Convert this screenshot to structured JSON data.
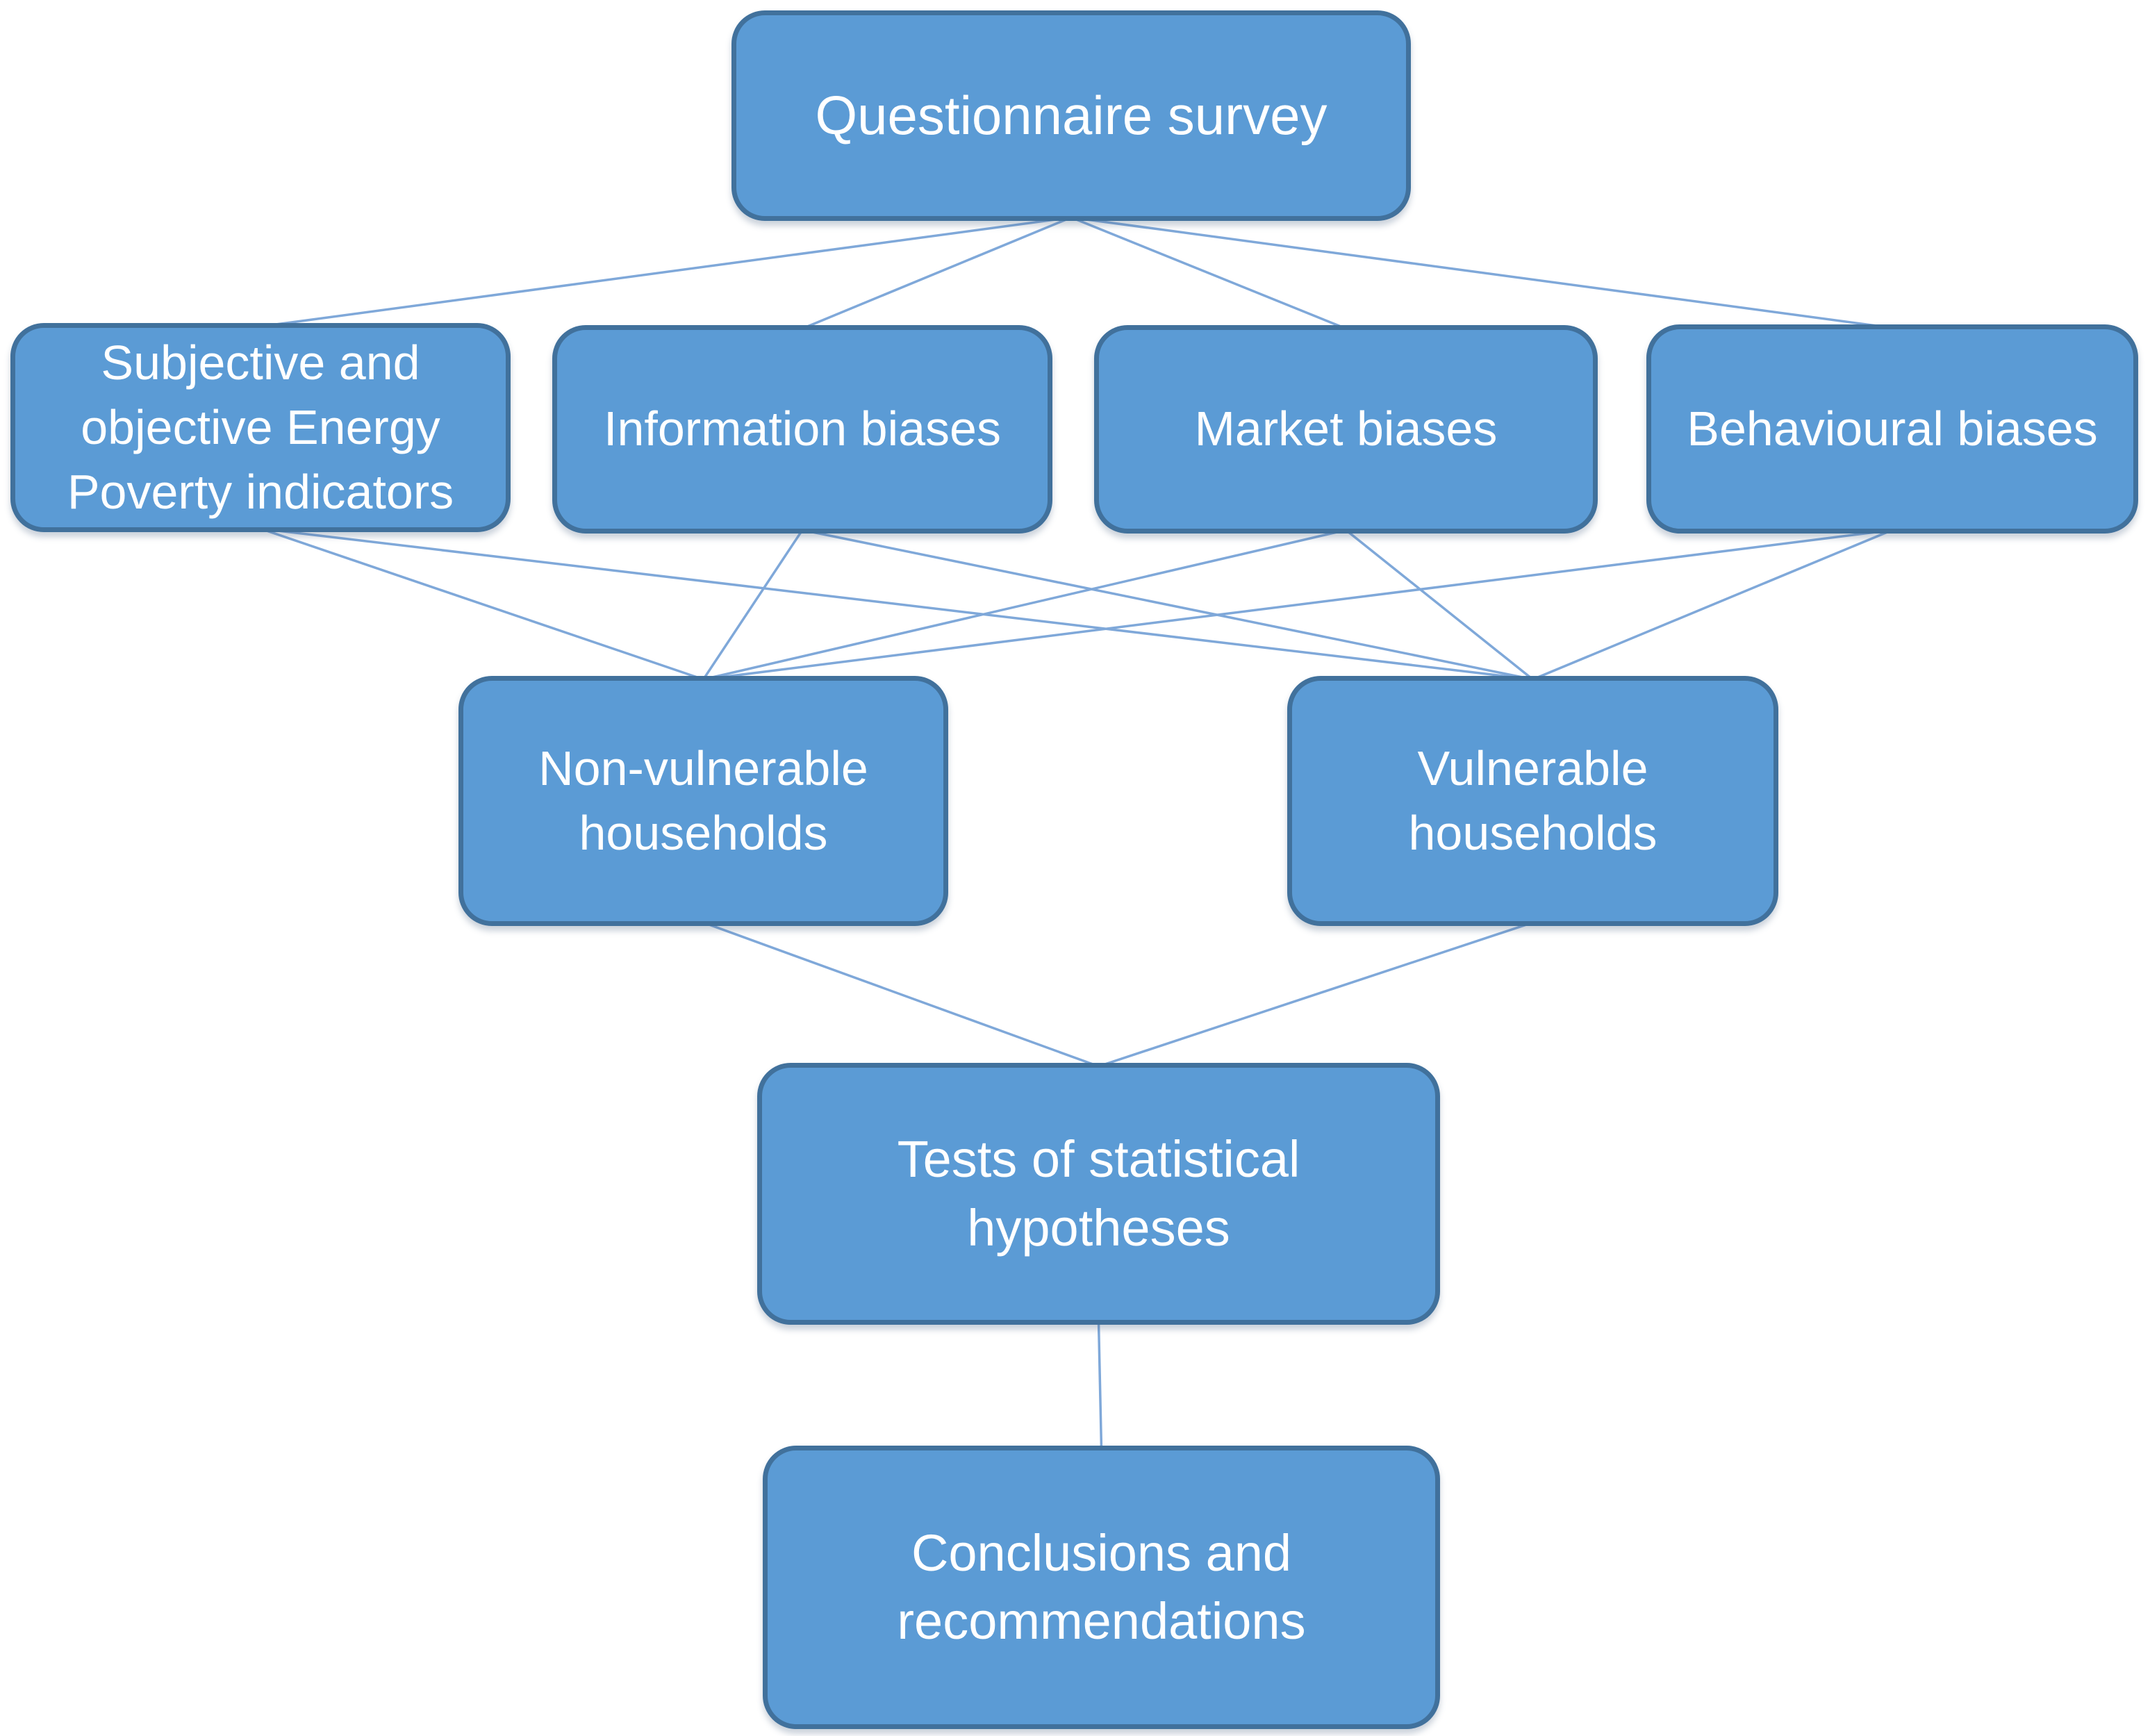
{
  "diagram": {
    "nodes": {
      "questionnaire": {
        "label": "Questionnaire survey"
      },
      "indicators": {
        "label": "Subjective and objective Energy Poverty indicators"
      },
      "information": {
        "label": "Information biases"
      },
      "market": {
        "label": "Market biases"
      },
      "behavioural": {
        "label": "Behavioural biases"
      },
      "nonvulnerable": {
        "label": "Non-vulnerable households"
      },
      "vulnerable": {
        "label": "Vulnerable households"
      },
      "tests": {
        "label": "Tests of statistical hypotheses"
      },
      "conclusions": {
        "label": "Conclusions and recommendations"
      }
    },
    "edges": [
      [
        "questionnaire",
        "indicators"
      ],
      [
        "questionnaire",
        "information"
      ],
      [
        "questionnaire",
        "market"
      ],
      [
        "questionnaire",
        "behavioural"
      ],
      [
        "indicators",
        "nonvulnerable"
      ],
      [
        "indicators",
        "vulnerable"
      ],
      [
        "information",
        "nonvulnerable"
      ],
      [
        "information",
        "vulnerable"
      ],
      [
        "market",
        "nonvulnerable"
      ],
      [
        "market",
        "vulnerable"
      ],
      [
        "behavioural",
        "nonvulnerable"
      ],
      [
        "behavioural",
        "vulnerable"
      ],
      [
        "nonvulnerable",
        "tests"
      ],
      [
        "vulnerable",
        "tests"
      ],
      [
        "tests",
        "conclusions"
      ]
    ],
    "colors": {
      "node_fill": "#5B9BD5",
      "node_border": "#41719C",
      "connector": "#7FA8D9",
      "text": "#FFFFFF",
      "background": "#FFFFFF"
    }
  }
}
